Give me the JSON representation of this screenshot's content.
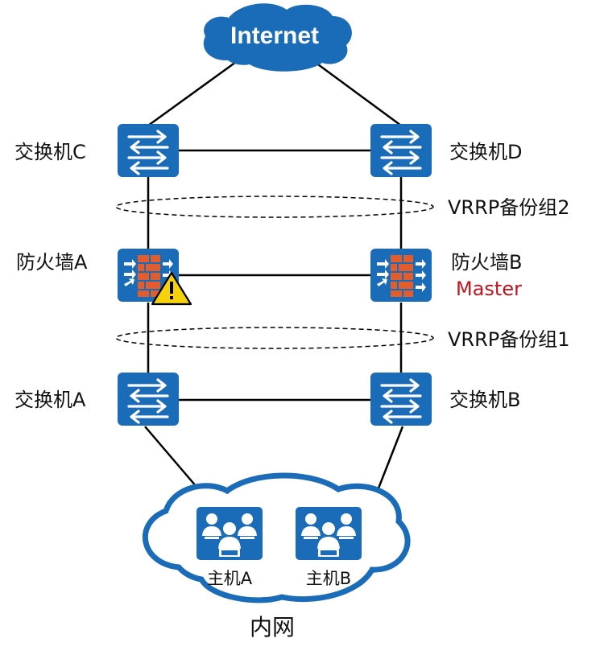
{
  "internet": {
    "label": "Internet"
  },
  "switches": {
    "c": {
      "label": "交换机C"
    },
    "d": {
      "label": "交换机D"
    },
    "a": {
      "label": "交换机A"
    },
    "b": {
      "label": "交换机B"
    }
  },
  "firewalls": {
    "a": {
      "label": "防火墙A",
      "alert": "warning"
    },
    "b": {
      "label": "防火墙B",
      "status": "Master"
    }
  },
  "vrrp_groups": [
    {
      "label": "VRRP备份组2"
    },
    {
      "label": "VRRP备份组1"
    }
  ],
  "lan": {
    "label": "内网",
    "hosts": [
      {
        "label": "主机A"
      },
      {
        "label": "主机B"
      }
    ]
  },
  "colors": {
    "device_blue": "#1a6bb8",
    "cloud_blue": "#1a6bb8",
    "brick": "#e35d2c",
    "warning": "#f5d20a",
    "status_red": "#c0141e"
  }
}
